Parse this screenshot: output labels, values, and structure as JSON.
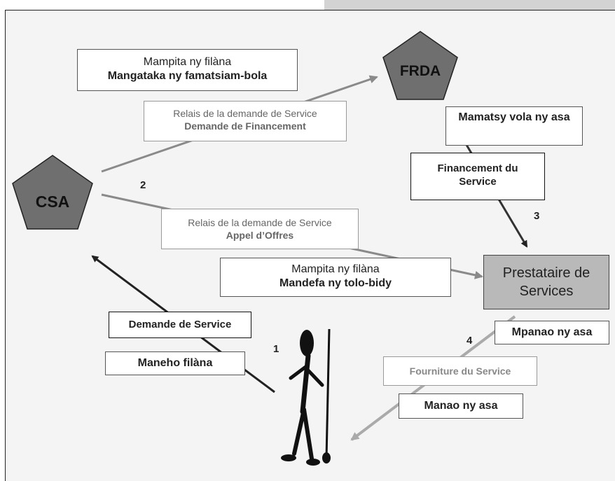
{
  "nodes": {
    "frda": "FRDA",
    "csa": "CSA",
    "provider": "Prestataire de Services"
  },
  "boxes": {
    "relay_finance_mg": {
      "line1": "Mampita ny filàna",
      "line2": "Mangataka ny famatsiam-bola"
    },
    "relay_finance_fr": {
      "line1": "Relais de la demande de Service",
      "line2": "Demande de Financement"
    },
    "financing_mg": {
      "line1": "Mamatsy vola ny asa"
    },
    "financing_fr": {
      "line1": "Financement du Service"
    },
    "relay_tender_fr": {
      "line1": "Relais de la demande de Service",
      "line2": "Appel d’Offres"
    },
    "relay_tender_mg": {
      "line1": "Mampita ny filàna",
      "line2": "Mandefa ny tolo-bidy"
    },
    "request_fr": {
      "line1": "Demande de Service"
    },
    "request_mg": {
      "line1": "Maneho filàna"
    },
    "work_mg": {
      "line1": "Mpanao ny asa"
    },
    "supply_fr": {
      "line1": "Fourniture du Service"
    },
    "do_work_mg": {
      "line1": "Manao ny asa"
    }
  },
  "step_labels": {
    "s1": "1",
    "s2": "2",
    "s3": "3",
    "s4": "4"
  },
  "colors": {
    "pentagon": "#6f6f6f",
    "provider_fill": "#b9b9b9",
    "arrow_dark": "#222222",
    "arrow_gray": "#8a8a8a",
    "arrow_light": "#aaaaaa"
  }
}
